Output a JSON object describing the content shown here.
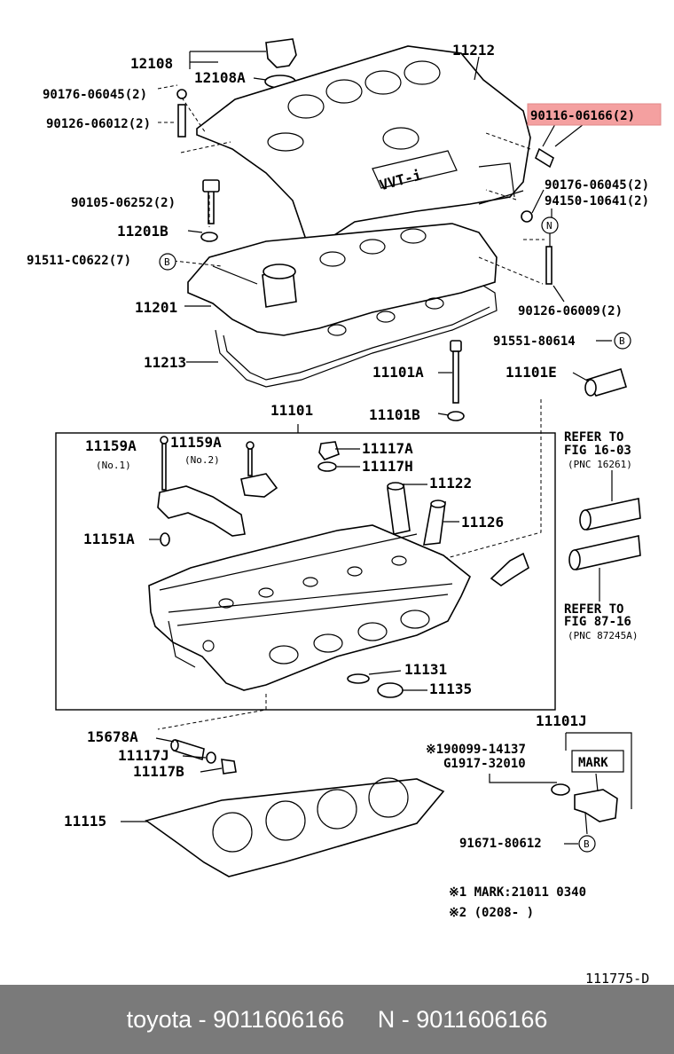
{
  "diagram": {
    "labels": {
      "p12108": "12108",
      "p12108a": "12108A",
      "p11212": "11212",
      "p90176_06045_l": "90176-06045(2)",
      "p90126_06012": "90126-06012(2)",
      "p90116_06166": "90116-06166(2)",
      "p90176_06045_r": "90176-06045(2)",
      "p94150_10641": "94150-10641(2)",
      "p90105_06252": "90105-06252(2)",
      "p11201b": "11201B",
      "p91511_c0622": "91511-C0622(7)",
      "p11201": "11201",
      "p90126_06009": "90126-06009(2)",
      "p91551_80614": "91551-80614",
      "p11213": "11213",
      "p11101a": "11101A",
      "p11101e": "11101E",
      "p11101": "11101",
      "p11101b": "11101B",
      "p11159a_1": "11159A",
      "no1": "(No.1)",
      "p11159a_2": "11159A",
      "no2": "(No.2)",
      "p11117a": "11117A",
      "p11117h": "11117H",
      "p11122": "11122",
      "p11126": "11126",
      "p11151a": "11151A",
      "refer1_l1": "REFER TO",
      "refer1_l2": "FIG 16-03",
      "refer1_l3": "(PNC 16261)",
      "refer2_l1": "REFER TO",
      "refer2_l2": "FIG 87-16",
      "refer2_l3": "(PNC 87245A)",
      "p11131": "11131",
      "p11135": "11135",
      "p15678a": "15678A",
      "p11117j": "11117J",
      "p11117b": "11117B",
      "p11101j": "11101J",
      "p90099_14137": "※190099-14137",
      "pg1917_32010": "G1917-32010",
      "mark_box": "MARK",
      "p11115": "11115",
      "p91671_80612": "91671-80612",
      "note1": "※1 MARK:21011 0340",
      "note2": "※2 (0208-      )",
      "figure_id": "111775-D",
      "badge_b": "B",
      "badge_n": "N",
      "vvti": "VVT-i"
    },
    "highlight_part": "90116-06166(2)",
    "colors": {
      "highlight": "#f4a0a0",
      "footer_bg": "#7a7a7a",
      "footer_text": "#ffffff"
    }
  },
  "footer": {
    "text": "toyota - 9011606166     N - 9011606166"
  }
}
